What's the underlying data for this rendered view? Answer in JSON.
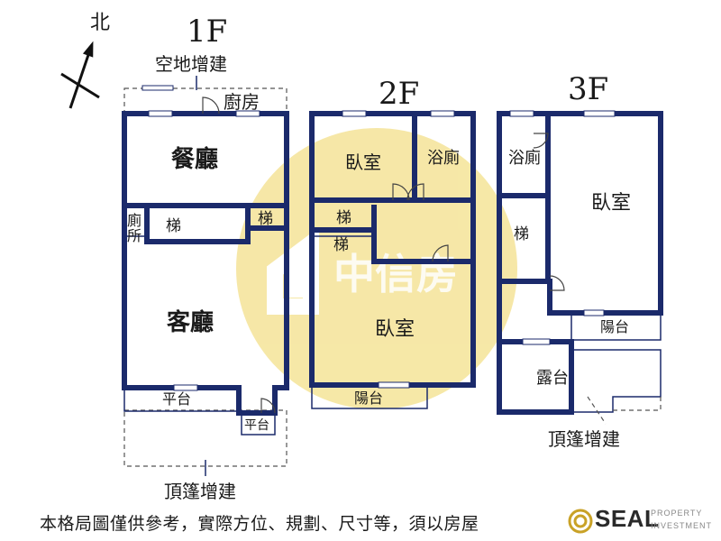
{
  "north": {
    "label": "北"
  },
  "floors": {
    "f1": {
      "title": "1F",
      "top_extension": "空地增建",
      "bottom_extension": "頂篷增建",
      "rooms": {
        "kitchen": "廚房",
        "dining": "餐廳",
        "toilet": "廁所",
        "stair_left": "梯",
        "stair_right": "梯",
        "living": "客廳",
        "platform": "平台",
        "platform_small": "平台"
      }
    },
    "f2": {
      "title": "2F",
      "rooms": {
        "bedroom_top": "臥室",
        "bath": "浴廁",
        "stair_a": "梯",
        "stair_b": "梯",
        "bedroom_main": "臥室",
        "balcony": "陽台"
      }
    },
    "f3": {
      "title": "3F",
      "extension": "頂篷增建",
      "rooms": {
        "bath": "浴廁",
        "bedroom": "臥室",
        "stair": "梯",
        "balcony": "陽台",
        "terrace": "露台"
      }
    }
  },
  "watermark": {
    "text": "中信房",
    "color": "#f3e08a"
  },
  "disclaimer": "本格局圖僅供參考，實際方位、規劃、尺寸等，須以房屋",
  "brand": {
    "name": "SEAL",
    "sub1": "PROPERTY",
    "sub2": "INVESTMENT",
    "color": "#c9a227",
    "wall_color": "#1b2a6b"
  }
}
